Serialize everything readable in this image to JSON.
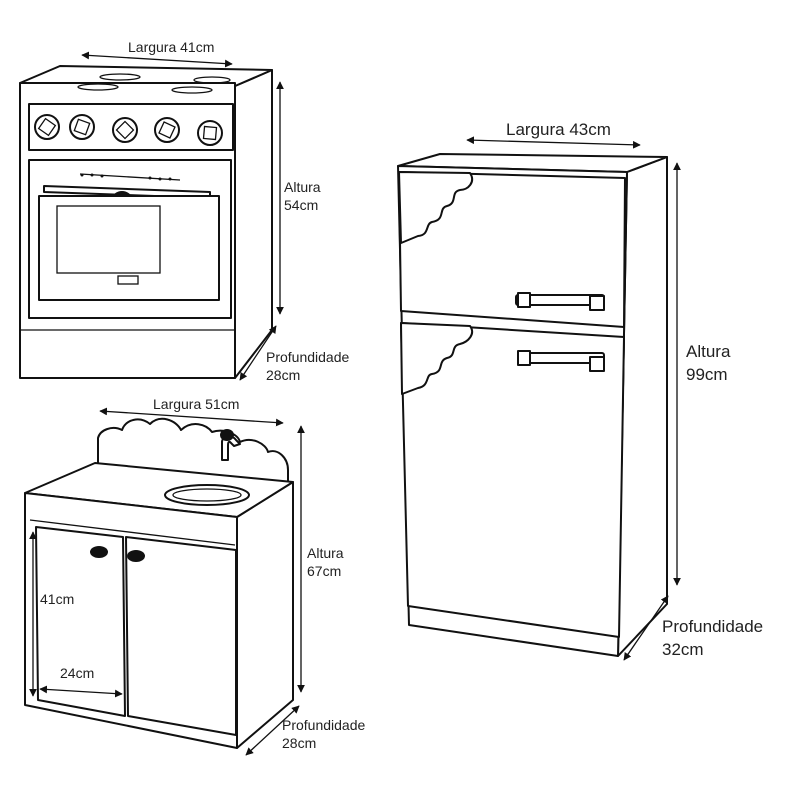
{
  "stove": {
    "width_label": "Largura 41cm",
    "height_label_1": "Altura",
    "height_label_2": "54cm",
    "depth_label_1": "Profundidade",
    "depth_label_2": "28cm"
  },
  "refrigerator": {
    "width_label": "Largura 43cm",
    "height_label_1": "Altura",
    "height_label_2": "99cm",
    "depth_label_1": "Profundidade",
    "depth_label_2": "32cm"
  },
  "sink": {
    "width_label": "Largura 51cm",
    "height_label_1": "Altura",
    "height_label_2": "67cm",
    "depth_label_1": "Profundidade",
    "depth_label_2": "28cm",
    "door_height_label": "41cm",
    "door_width_label": "24cm"
  },
  "colors": {
    "line": "#111111",
    "fill": "#ffffff",
    "text": "#222222"
  }
}
